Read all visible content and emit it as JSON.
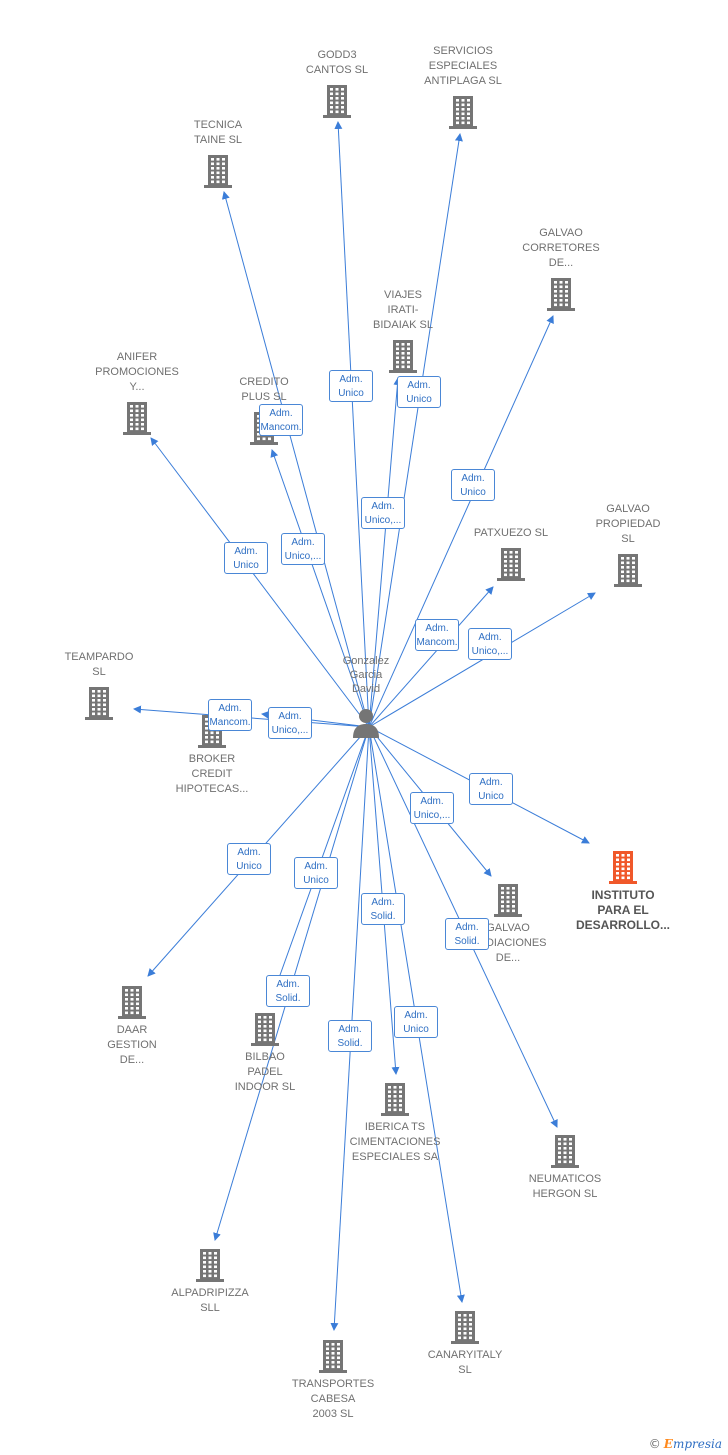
{
  "center": {
    "label": "Gonzalez\nGarcia\nDavid"
  },
  "nodes": [
    {
      "id": "godd3",
      "label": "GODD3\nCANTOS SL"
    },
    {
      "id": "servicios",
      "label": "SERVICIOS\nESPECIALES\nANTIPLAGA SL"
    },
    {
      "id": "tecnica",
      "label": "TECNICA\nTAINE SL"
    },
    {
      "id": "galvao-corretores",
      "label": "GALVAO\nCORRETORES\nDE..."
    },
    {
      "id": "viajes",
      "label": "VIAJES\nIRATI-\nBIDAIAK SL"
    },
    {
      "id": "anifer",
      "label": "ANIFER\nPROMOCIONES\nY..."
    },
    {
      "id": "credito",
      "label": "CREDITO\nPLUS SL"
    },
    {
      "id": "patxuezo",
      "label": "PATXUEZO SL"
    },
    {
      "id": "galvao-propiedad",
      "label": "GALVAO\nPROPIEDAD\nSL"
    },
    {
      "id": "teampardo",
      "label": "TEAMPARDO\nSL"
    },
    {
      "id": "broker",
      "label": "BROKER\nCREDIT\nHIPOTECAS..."
    },
    {
      "id": "instituto",
      "label": "INSTITUTO\nPARA EL\nDESARROLLO..."
    },
    {
      "id": "galvao-mediaciones",
      "label": "GALVAO\nMEDIACIONES\nDE..."
    },
    {
      "id": "daar",
      "label": "DAAR\nGESTION\nDE..."
    },
    {
      "id": "bilbao",
      "label": "BILBAO\nPADEL\nINDOOR SL"
    },
    {
      "id": "iberica",
      "label": "IBERICA TS\nCIMENTACIONES\nESPECIALES SA"
    },
    {
      "id": "neumaticos",
      "label": "NEUMATICOS\nHERGON SL"
    },
    {
      "id": "alpadripizza",
      "label": "ALPADRIPIZZA\nSLL"
    },
    {
      "id": "canaryitaly",
      "label": "CANARYITALY\nSL"
    },
    {
      "id": "transportes",
      "label": "TRANSPORTES\nCABESA\n2003 SL"
    }
  ],
  "roles": [
    {
      "to": "godd3",
      "label": "Adm.\nUnico"
    },
    {
      "to": "servicios",
      "label": "Adm.\nUnico"
    },
    {
      "to": "credito",
      "label": "Adm.\nMancom."
    },
    {
      "to": "galvao-corretores",
      "label": "Adm.\nUnico"
    },
    {
      "to": "viajes",
      "label": "Adm.\nUnico,..."
    },
    {
      "to": "anifer",
      "label": "Adm.\nUnico"
    },
    {
      "to": "tecnica",
      "label": "Adm.\nUnico,..."
    },
    {
      "to": "patxuezo",
      "label": "Adm.\nMancom."
    },
    {
      "to": "galvao-propiedad",
      "label": "Adm.\nUnico,..."
    },
    {
      "to": "teampardo",
      "label": "Adm.\nMancom."
    },
    {
      "to": "broker",
      "label": "Adm.\nUnico,..."
    },
    {
      "to": "instituto",
      "label": "Adm.\nUnico"
    },
    {
      "to": "galvao-mediaciones",
      "label": "Adm.\nUnico,..."
    },
    {
      "to": "daar",
      "label": "Adm.\nUnico"
    },
    {
      "to": "alpadripizza",
      "label": "Adm.\nUnico"
    },
    {
      "to": "iberica",
      "label": "Adm.\nSolid."
    },
    {
      "to": "neumaticos",
      "label": "Adm.\nSolid."
    },
    {
      "to": "bilbao",
      "label": "Adm.\nSolid."
    },
    {
      "to": "canaryitaly",
      "label": "Adm.\nUnico"
    },
    {
      "to": "transportes",
      "label": "Adm.\nSolid."
    }
  ],
  "colors": {
    "edge": "#3b7dd8",
    "icon": "#757575",
    "highlight": "#f0582a",
    "role_text": "#2f6fc3"
  },
  "icons": {
    "center": "person-icon",
    "company": "building-icon"
  },
  "footer": {
    "symbol": "©",
    "brand_initial": "E",
    "brand_rest": "mpresia"
  }
}
